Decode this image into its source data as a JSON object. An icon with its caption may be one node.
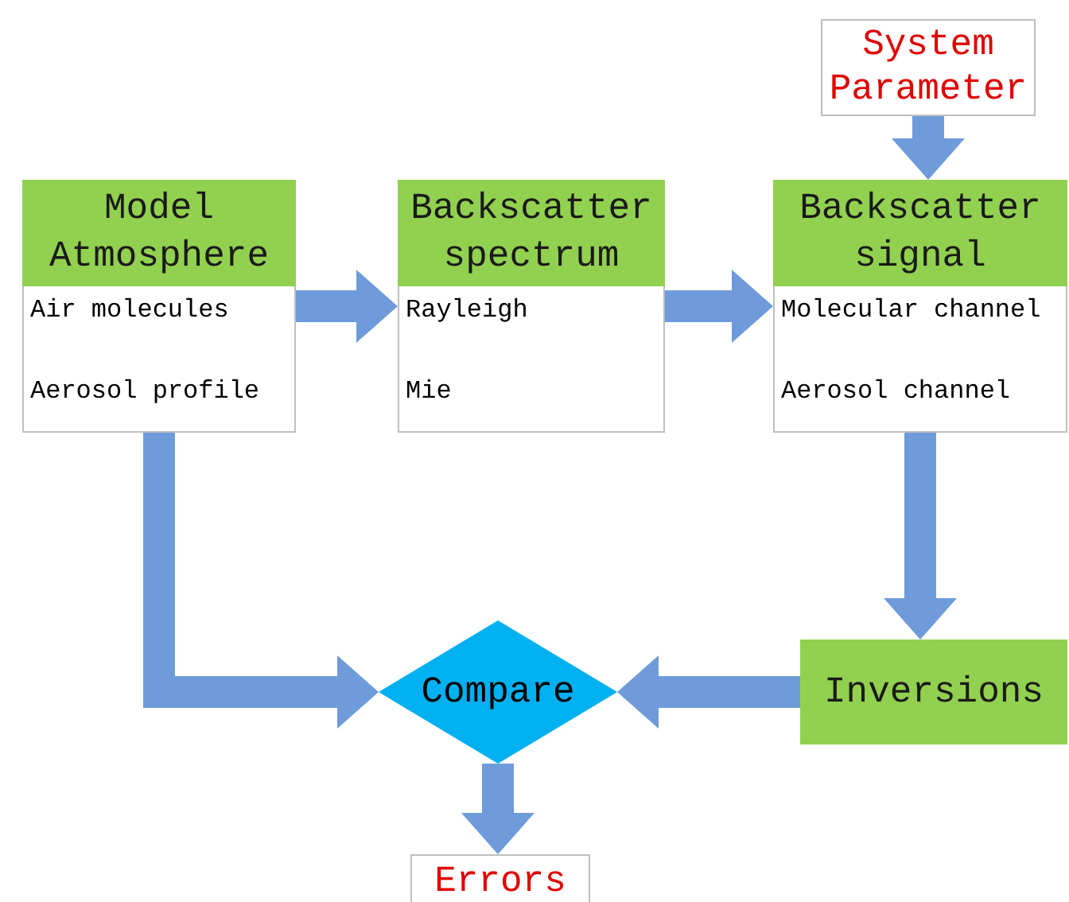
{
  "diagram": {
    "nodes": [
      {
        "text": [
          "System Parameter"
        ]
      },
      {
        "text": [
          "Model Atmosphere",
          "Air molecules",
          "Aerosol profile"
        ]
      },
      {
        "text": [
          "Backscatter spectrum",
          "Rayleigh",
          "Mie"
        ]
      },
      {
        "text": [
          "Backscatter signal",
          "Molecular channel",
          "Aerosol channel"
        ]
      },
      {
        "text": [
          "Compare"
        ]
      },
      {
        "text": [
          "Inversions"
        ]
      },
      {
        "text": [
          "Errors"
        ]
      }
    ],
    "edges": [
      {
        "from": 1,
        "to": 2,
        "arrow": "to"
      },
      {
        "from": 2,
        "to": 3,
        "arrow": "to"
      },
      {
        "from": 0,
        "to": 3,
        "arrow": "to"
      },
      {
        "from": 3,
        "to": 5,
        "arrow": "to"
      },
      {
        "from": 1,
        "to": 4,
        "arrow": "to"
      },
      {
        "from": 5,
        "to": 4,
        "arrow": "to"
      },
      {
        "from": 4,
        "to": 6,
        "arrow": "to"
      }
    ]
  }
}
